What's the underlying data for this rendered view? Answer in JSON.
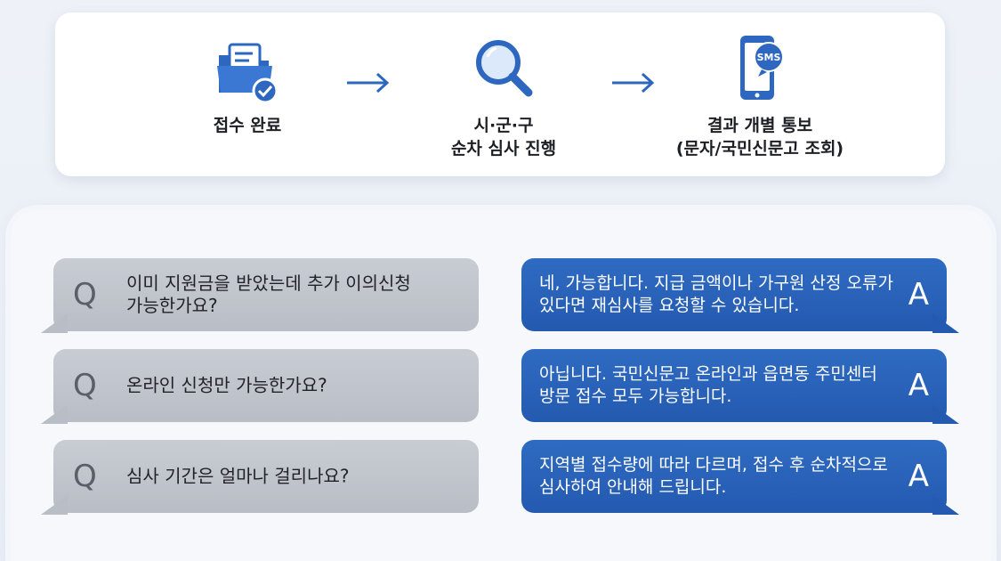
{
  "process": {
    "steps": [
      {
        "icon": "folder-check-icon",
        "label": "접수 완료"
      },
      {
        "icon": "magnifier-icon",
        "label": "시·군·구\n순차 심사 진행"
      },
      {
        "icon": "phone-sms-icon",
        "label": "결과 개별 통보\n(문자/국민신문고 조회)",
        "badge": "SMS"
      }
    ]
  },
  "faq": {
    "q_marker": "Q",
    "a_marker": "A",
    "items": [
      {
        "question": "이미 지원금을 받았는데 추가 이의신청\n가능한가요?",
        "answer": "네, 가능합니다. 지급 금액이나 가구원 산정 오류가\n있다면 재심사를 요청할 수 있습니다."
      },
      {
        "question": "온라인 신청만 가능한가요?",
        "answer": "아닙니다. 국민신문고 온라인과 읍면동 주민센터\n방문 접수 모두 가능합니다."
      },
      {
        "question": "심사 기간은 얼마나 걸리나요?",
        "answer": "지역별 접수량에 따라 다르며, 접수 후 순차적으로\n심사하여 안내해 드립니다."
      }
    ]
  },
  "colors": {
    "accent_blue": "#2d67bf",
    "question_gray": "#bfc3ca"
  }
}
